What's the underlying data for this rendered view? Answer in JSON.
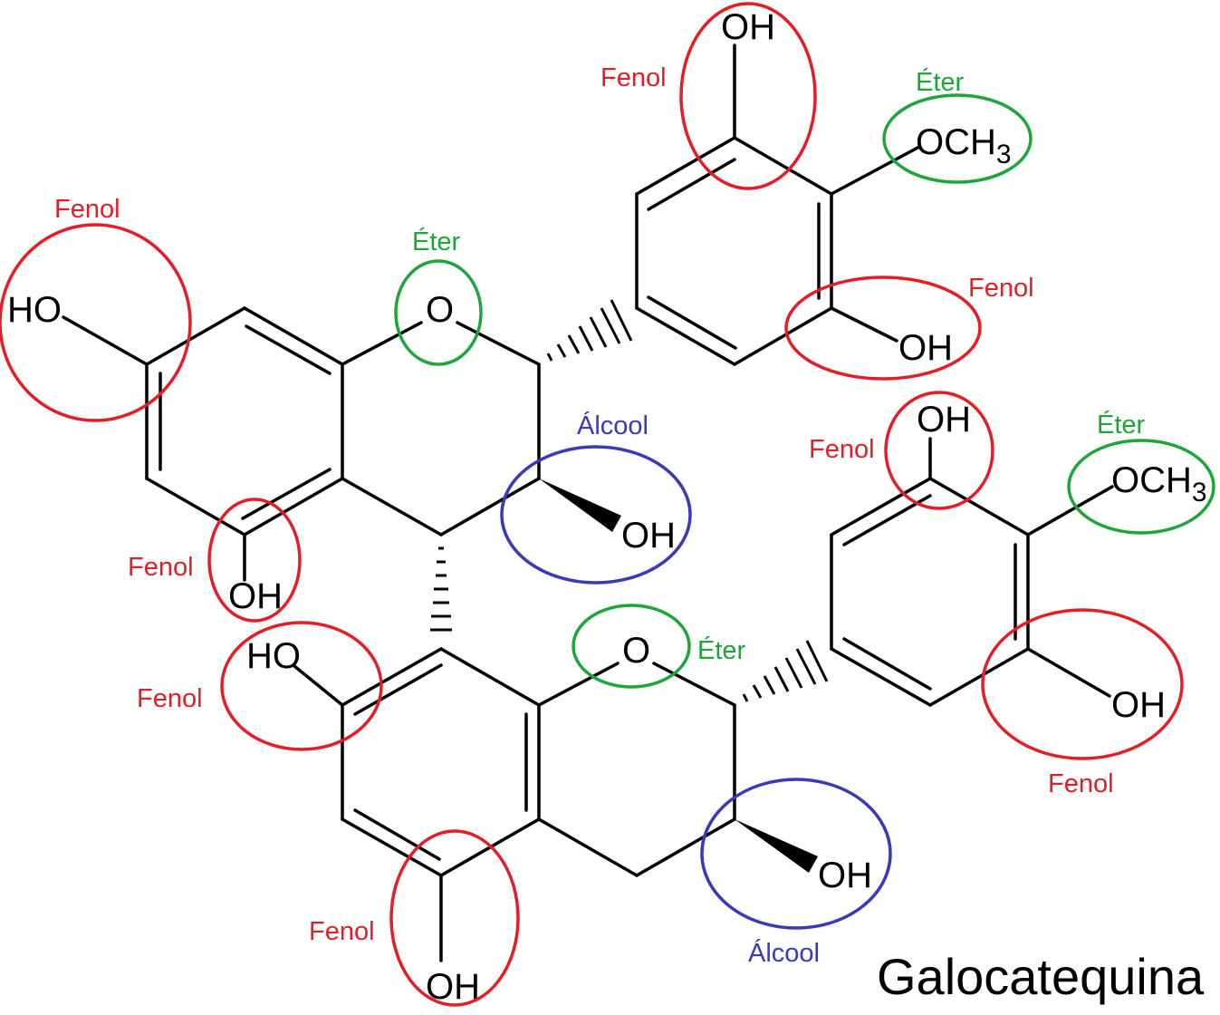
{
  "title": "Galocatequina",
  "colors": {
    "fenol": "#e41e26",
    "eter": "#1fa53a",
    "alcool": "#3a3ab8",
    "bond": "#000000"
  },
  "atoms": {
    "oh_a_top": "OH",
    "och3_a": "OCH",
    "och3_a_sub": "3",
    "oh_a_right": "OH",
    "ho_left": "HO",
    "o_ring1": "O",
    "oh_alcool1": "OH",
    "oh_5": "OH",
    "oh_b_top": "OH",
    "och3_b": "OCH",
    "och3_b_sub": "3",
    "oh_b_right": "OH",
    "ho_7b": "HO",
    "o_ring2": "O",
    "oh_alcool2": "OH",
    "oh_5b": "OH"
  },
  "labels": {
    "fenol_a_top": "Fenol",
    "eter_a": "Éter",
    "fenol_left": "Fenol",
    "eter_ring1": "Éter",
    "fenol_a_right": "Fenol",
    "alcool_1": "Álcool",
    "fenol_b_top": "Fenol",
    "eter_b": "Éter",
    "fenol_5": "Fenol",
    "fenol_7b": "Fenol",
    "eter_ring2": "Éter",
    "fenol_b_right": "Fenol",
    "fenol_5b": "Fenol",
    "alcool_2": "Álcool"
  }
}
